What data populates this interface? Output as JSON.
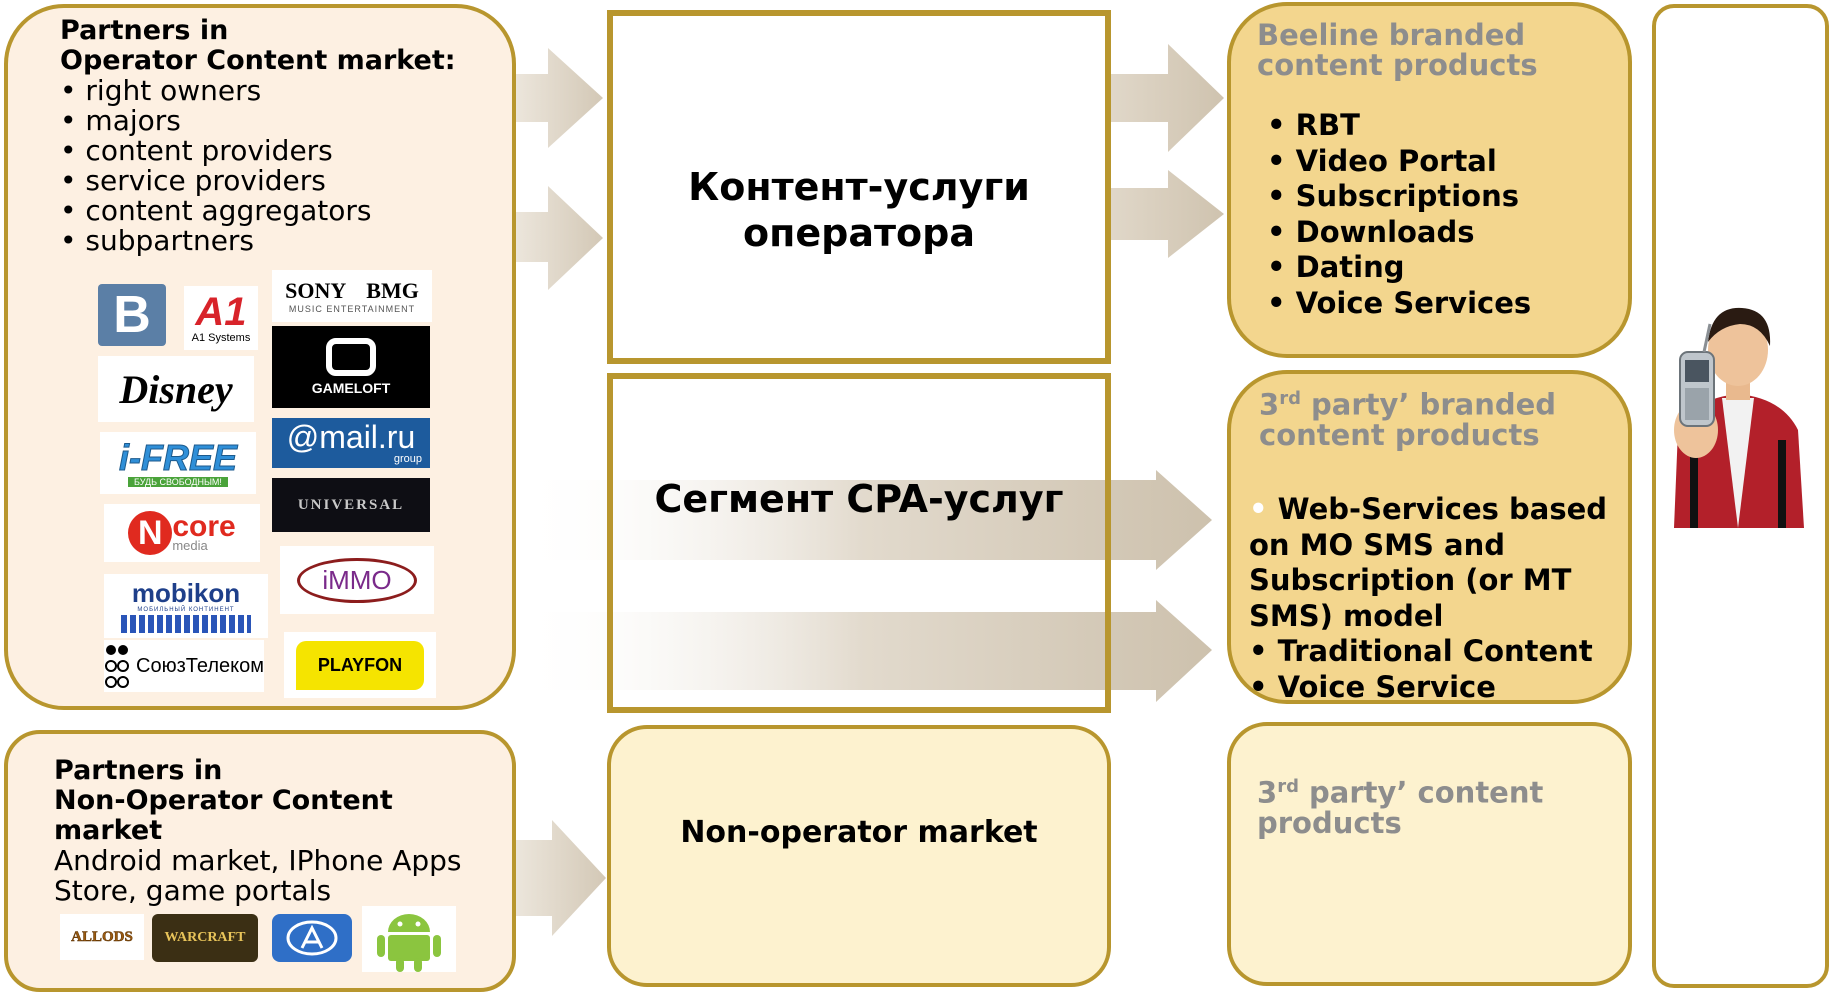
{
  "partners_operator": {
    "title_line1": "Partners in",
    "title_line2": "Operator Content market:",
    "items": [
      "right owners",
      "majors",
      "content providers",
      "service providers",
      "content aggregators",
      "subpartners"
    ],
    "logos": {
      "vk": "B",
      "a1": "A1",
      "a1_caption": "A1 Systems",
      "sony": "SONY",
      "bmg": "BMG",
      "sony_caption": "MUSIC ENTERTAINMENT",
      "disney": "Disney",
      "gameloft": "GAMELOFT",
      "ifree": "i-FREE",
      "ifree_caption": "БУДЬ СВОБОДНЫМ!",
      "mailru": "@mail.ru",
      "mailru_caption": "group",
      "ncore_n": "N",
      "ncore": "core",
      "ncore_caption": "media",
      "universal": "UNIVERSAL",
      "mobikon": "mobikon",
      "mobikon_caption": "МОБИЛЬНЫЙ КОНТИНЕНТ",
      "immo": "iMMO",
      "soyuz": "СоюзТелеком",
      "playfon": "PLAYFON"
    }
  },
  "partners_non_operator": {
    "title_line1": "Partners in",
    "title_line2": "Non-Operator Content",
    "title_line3": "market",
    "body_line1": "Android market, IPhone Apps",
    "body_line2": "Store, game portals",
    "logos": {
      "allods": "ALLODS",
      "warcraft": "WARCRAFT"
    }
  },
  "center": {
    "operator_services_line1": "Контент-услуги",
    "operator_services_line2": "оператора",
    "cpa_segment": "Сегмент CPA-услуг",
    "non_operator_market": "Non-operator market"
  },
  "beeline": {
    "title_line1": "Beeline branded",
    "title_line2": "content products",
    "items": [
      "RBT",
      "Video Portal",
      "Subscriptions",
      "Downloads",
      "Dating",
      "Voice Services"
    ]
  },
  "third_party_branded": {
    "title_prefix": "3",
    "title_sup": "rd",
    "title_line1_rest": " party’ branded",
    "title_line2": "content products",
    "lines": [
      "Web-Services based",
      "on MO SMS and",
      "Subscription (or MT",
      "SMS) model",
      "Traditional Content",
      "Voice Service"
    ]
  },
  "third_party_content": {
    "title_prefix": "3",
    "title_sup": "rd",
    "title_line1_rest": " party’ content",
    "title_line2": "products"
  },
  "colors": {
    "border_gold": "#b8962e",
    "partner_fill": "#fdf0e2",
    "product_fill": "#f3d68e",
    "light_fill": "#fdf2cf",
    "arrow_fill": "#dcd3c4",
    "title_grey": "#8d8d8d"
  }
}
